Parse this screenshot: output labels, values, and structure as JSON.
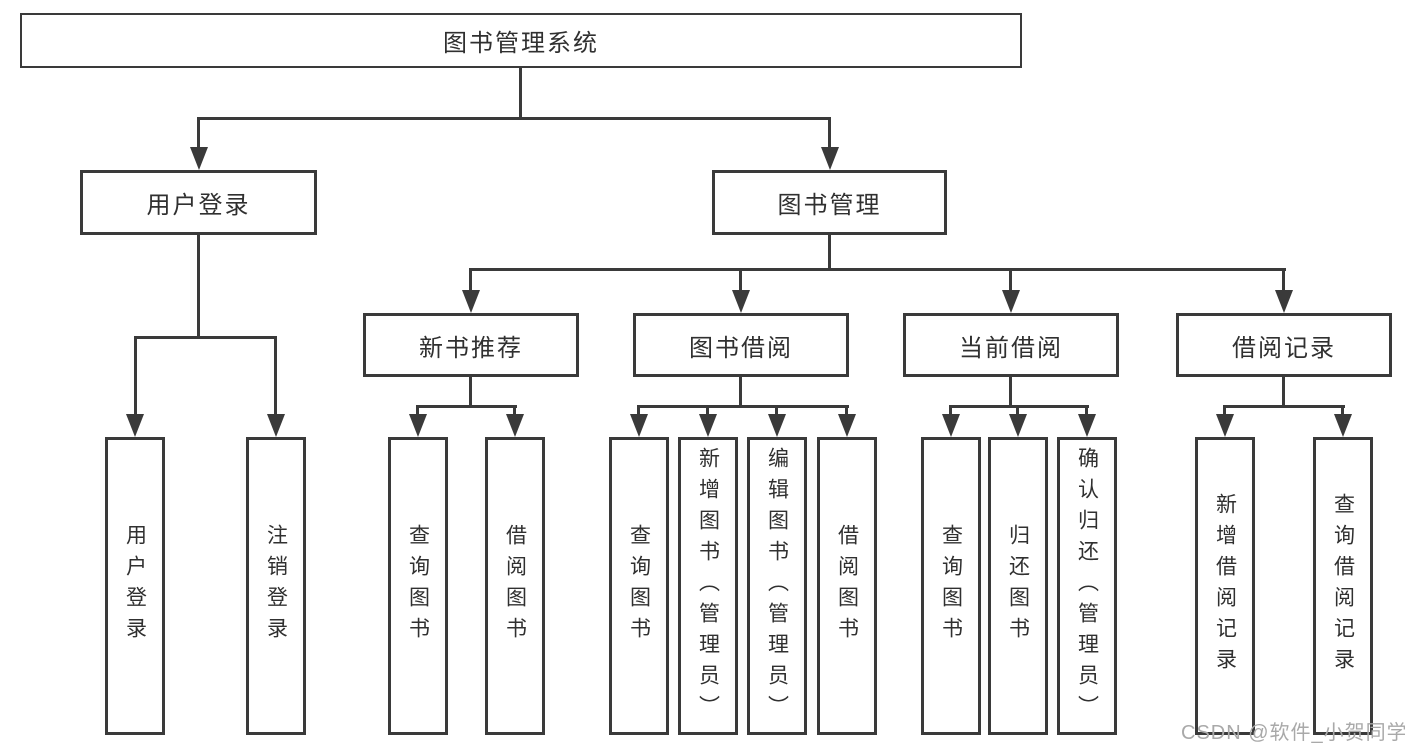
{
  "diagram": {
    "title": "图书管理系统",
    "root": {
      "label": "图书管理系统"
    },
    "level2": [
      {
        "label": "用户登录"
      },
      {
        "label": "图书管理"
      }
    ],
    "level3": [
      {
        "label": "新书推荐",
        "parent": "图书管理"
      },
      {
        "label": "图书借阅",
        "parent": "图书管理"
      },
      {
        "label": "当前借阅",
        "parent": "图书管理"
      },
      {
        "label": "借阅记录",
        "parent": "图书管理"
      }
    ],
    "leaves": [
      {
        "label": "用户登录",
        "parent": "用户登录"
      },
      {
        "label": "注销登录",
        "parent": "用户登录"
      },
      {
        "label": "查询图书",
        "parent": "新书推荐"
      },
      {
        "label": "借阅图书",
        "parent": "新书推荐"
      },
      {
        "label": "查询图书",
        "parent": "图书借阅"
      },
      {
        "label": "新增图书（管理员）",
        "parent": "图书借阅"
      },
      {
        "label": "编辑图书（管理员）",
        "parent": "图书借阅"
      },
      {
        "label": "借阅图书",
        "parent": "图书借阅"
      },
      {
        "label": "查询图书",
        "parent": "当前借阅"
      },
      {
        "label": "归还图书",
        "parent": "当前借阅"
      },
      {
        "label": "确认归还（管理员）",
        "parent": "当前借阅"
      },
      {
        "label": "新增借阅记录",
        "parent": "借阅记录"
      },
      {
        "label": "查询借阅记录",
        "parent": "借阅记录"
      }
    ],
    "watermark": "CSDN @软件_小贺同学",
    "colors": {
      "line": "#3a3a3a",
      "text": "#303030",
      "background": "#ffffff",
      "watermark": "#a9a9a9"
    }
  }
}
